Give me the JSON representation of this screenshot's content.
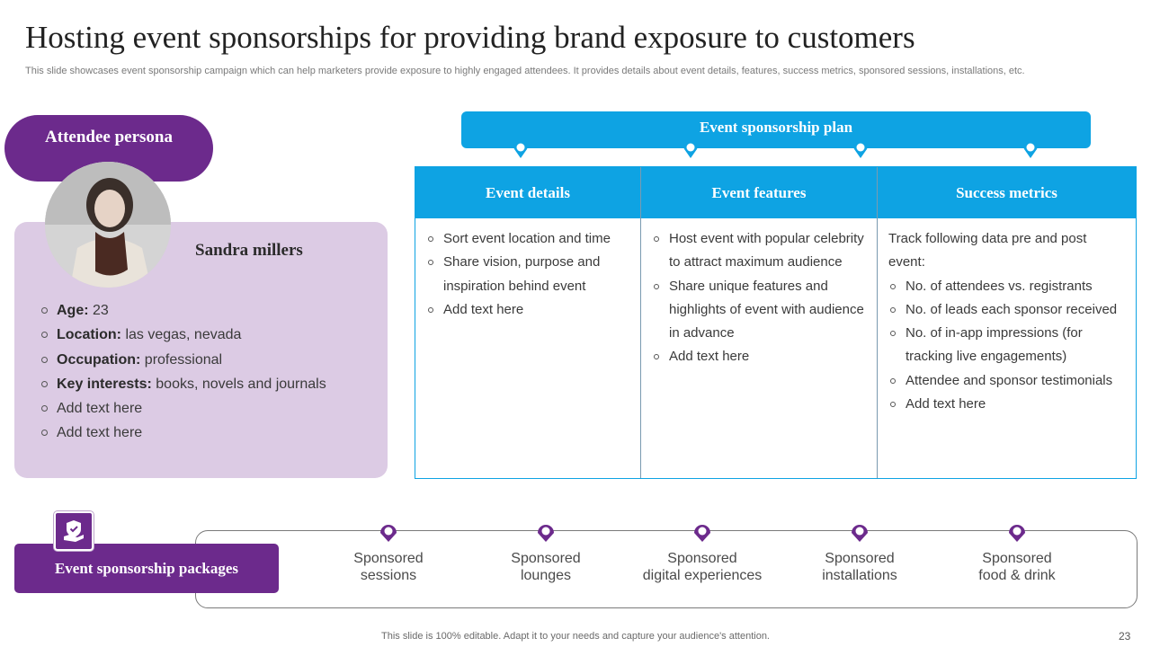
{
  "slide": {
    "title": "Hosting event sponsorships  for providing  brand exposure  to customers",
    "subtitle": "This slide showcases event sponsorship campaign which can help marketers provide exposure to highly engaged attendees. It provides details about event details, features, success metrics, sponsored sessions, installations, etc.",
    "footer": "This slide is 100% editable. Adapt it to your needs and capture your audience's attention.",
    "page_number": "23"
  },
  "persona": {
    "header": "Attendee persona",
    "name": "Sandra  millers",
    "items": [
      {
        "label": "Age:",
        "value": " 23"
      },
      {
        "label": "Location:",
        "value": " las vegas, nevada"
      },
      {
        "label": "Occupation:",
        "value": " professional"
      },
      {
        "label": "Key interests:",
        "value": " books, novels and journals"
      },
      {
        "label": "",
        "value": "Add text here"
      },
      {
        "label": "",
        "value": "Add text here"
      }
    ]
  },
  "plan": {
    "banner": "Event sponsorship plan",
    "columns": [
      {
        "heading": "Event details",
        "intro": "",
        "items": [
          "Sort event location and time",
          "Share vision, purpose and inspiration behind event",
          "Add text here"
        ]
      },
      {
        "heading": "Event features",
        "intro": "",
        "items": [
          "Host event with popular celebrity to attract maximum audience",
          "Share unique features and highlights of event with audience in advance",
          "Add text here"
        ]
      },
      {
        "heading": "Success metrics",
        "intro": "Track following data pre and post event:",
        "items": [
          "No.  of  attendees vs. registrants",
          "No. of leads each sponsor received",
          "No. of in-app impressions (for tracking live engagements)",
          "Attendee and sponsor testimonials",
          "Add text here"
        ]
      }
    ]
  },
  "packages": {
    "label": "Event sponsorship packages",
    "items": [
      {
        "line1": "Sponsored",
        "line2": "sessions"
      },
      {
        "line1": "Sponsored",
        "line2": "lounges"
      },
      {
        "line1": "Sponsored",
        "line2": "digital experiences"
      },
      {
        "line1": "Sponsored",
        "line2": "installations"
      },
      {
        "line1": "Sponsored",
        "line2": "food & drink"
      }
    ]
  },
  "colors": {
    "purple": "#6c2a8c",
    "lavender": "#dccbe4",
    "blue": "#0ea3e3"
  },
  "icons": {
    "packages": "shield-hand-icon",
    "pin": "map-pin-icon"
  }
}
